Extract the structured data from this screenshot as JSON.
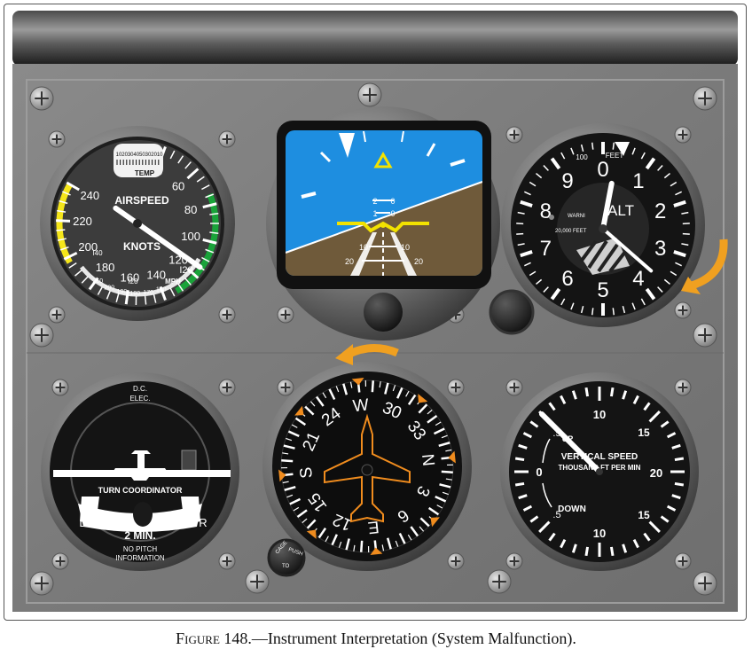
{
  "caption": {
    "figure": "Figure 148",
    "title": ".—Instrument Interpretation (System Malfunction)."
  },
  "airspeed": {
    "title": "AIRSPEED",
    "units": "KNOTS",
    "temp": "TEMP",
    "mph": "MPH",
    "knot_labels": [
      "40",
      "60",
      "80",
      "100",
      "120",
      "140",
      "160",
      "180",
      "200",
      "220",
      "240"
    ],
    "mph_labels": [
      "I20",
      "I40"
    ],
    "bottom_labels": [
      "160",
      "170",
      "180",
      "190",
      "200",
      "210"
    ],
    "temp_labels": [
      "10",
      "20",
      "30",
      "40",
      "50",
      "30",
      "20",
      "10"
    ],
    "needle_knots": 115
  },
  "attitude": {
    "pitch_labels": [
      "10",
      "10",
      "20",
      "20"
    ],
    "small_pitch": [
      "2",
      "0",
      "1",
      "0"
    ]
  },
  "altimeter": {
    "title": "ALT",
    "feet": "FEET",
    "numbers": [
      "0",
      "1",
      "2",
      "3",
      "4",
      "5",
      "6",
      "7",
      "8",
      "9"
    ],
    "small_100": "100",
    "warning": "20,000 FEET",
    "warning_prefix": "WARNI",
    "hundreds_hand_value": 4.2,
    "thousands_hand_value": 0.3
  },
  "turn_coordinator": {
    "top_line1": "D.C.",
    "top_line2": "ELEC.",
    "title": "TURN COORDINATOR",
    "left": "L",
    "right": "R",
    "min": "2  MIN.",
    "note_line1": "NO  PITCH",
    "note_line2": "INFORMATION"
  },
  "heading": {
    "cardinals": [
      "N",
      "3",
      "6",
      "E",
      "12",
      "15",
      "S",
      "21",
      "24",
      "W",
      "30",
      "33"
    ],
    "knob_labels": [
      "CAGE",
      "PUSH",
      "TO"
    ]
  },
  "vsi": {
    "title": "VERTICAL SPEED",
    "subtitle": "THOUSAND FT PER MIN",
    "up": "UP",
    "down": "DOWN",
    "labels": [
      "0",
      ".5",
      "10",
      "15",
      "20",
      "15",
      "10",
      ".5"
    ],
    "needle_value": 1.0
  },
  "colors": {
    "sky": "#1e8ee0",
    "ground": "#6f5a3a",
    "arrow": "#f0a020",
    "green_arc": "#1aa33a",
    "yellow_arc": "#f5e61a",
    "heading_orange": "#f08c1e"
  }
}
